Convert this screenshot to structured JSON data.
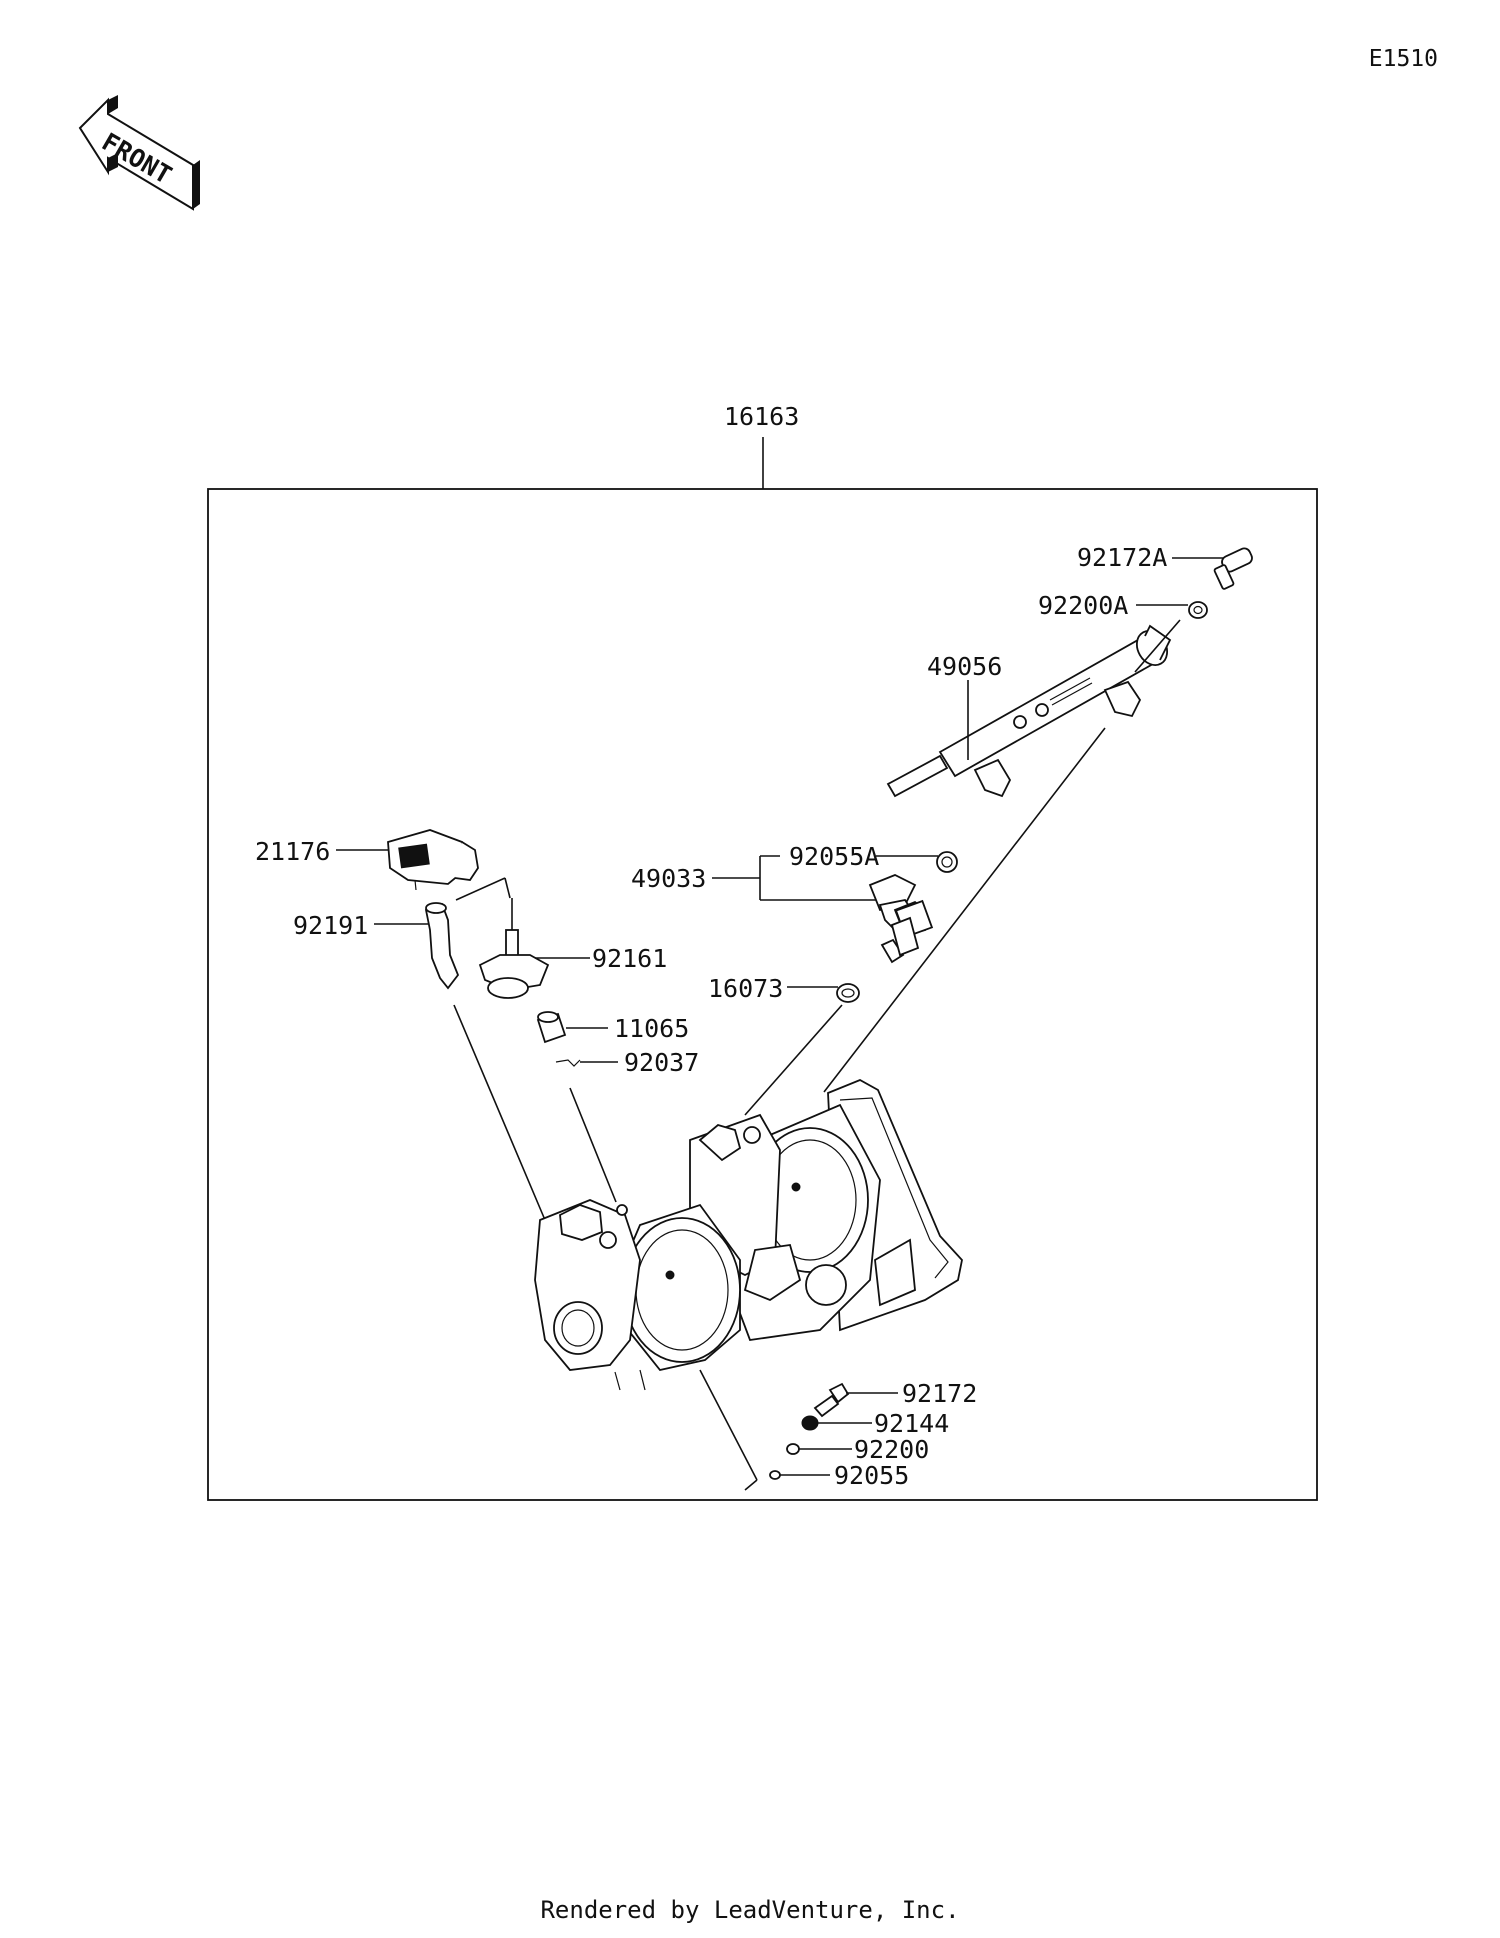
{
  "diagram_code": "E1510",
  "front_label": "FRONT",
  "assembly_label": "16163",
  "parts": [
    {
      "id": "p92172A",
      "label": "92172A"
    },
    {
      "id": "p92200A",
      "label": "92200A"
    },
    {
      "id": "p49056",
      "label": "49056"
    },
    {
      "id": "p21176",
      "label": "21176"
    },
    {
      "id": "p92055A",
      "label": "92055A"
    },
    {
      "id": "p49033",
      "label": "49033"
    },
    {
      "id": "p92191",
      "label": "92191"
    },
    {
      "id": "p92161",
      "label": "92161"
    },
    {
      "id": "p16073",
      "label": "16073"
    },
    {
      "id": "p11065",
      "label": "11065"
    },
    {
      "id": "p92037",
      "label": "92037"
    },
    {
      "id": "p92172",
      "label": "92172"
    },
    {
      "id": "p92144",
      "label": "92144"
    },
    {
      "id": "p92200",
      "label": "92200"
    },
    {
      "id": "p92055",
      "label": "92055"
    }
  ],
  "footer": "Rendered by LeadVenture, Inc."
}
